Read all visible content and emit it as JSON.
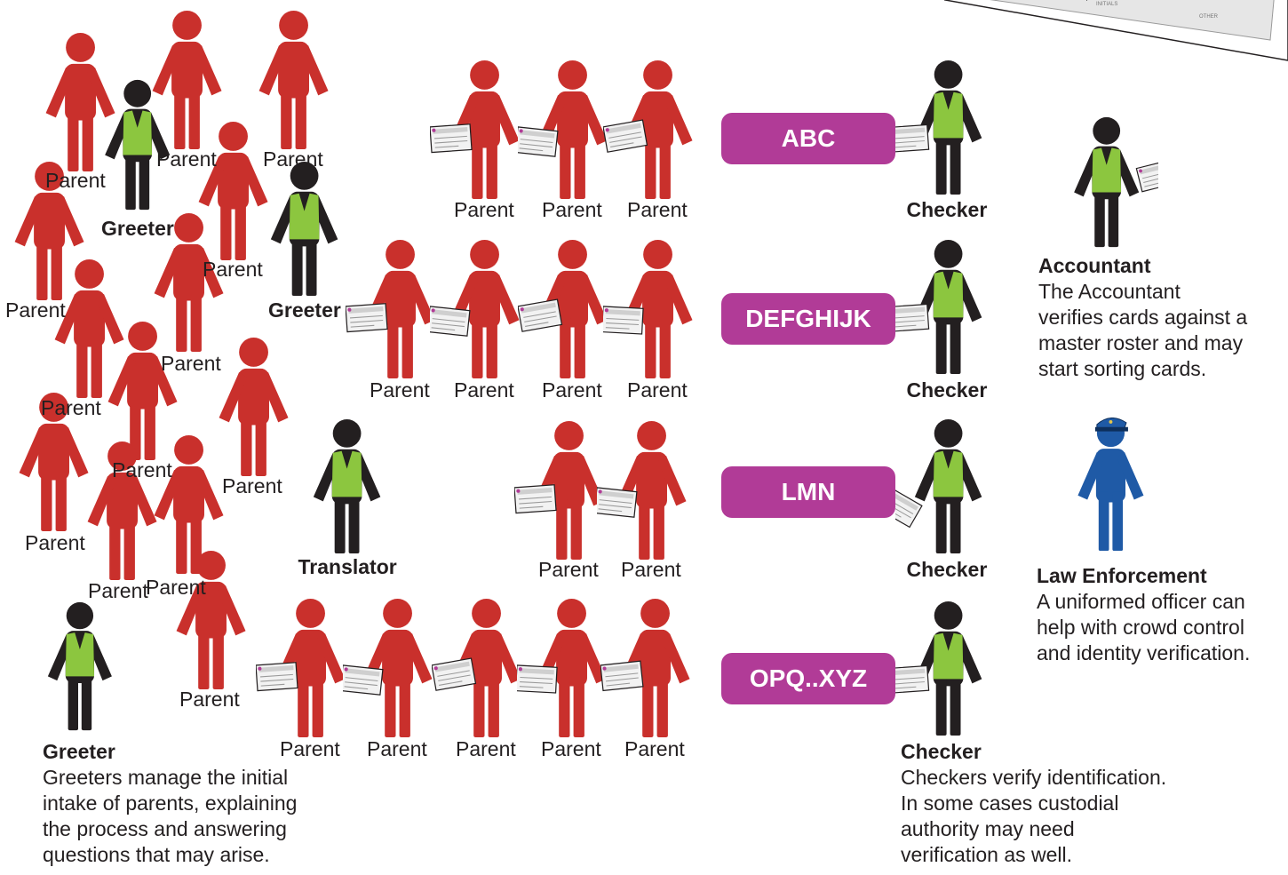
{
  "colors": {
    "parent": "#c9302c",
    "staff": "#231f20",
    "vest": "#8cc63f",
    "officer": "#1f5aa6",
    "tag": "#b13b97",
    "card": "#f2f2f2"
  },
  "labels": {
    "parent": "Parent",
    "greeter": "Greeter",
    "checker": "Checker",
    "translator": "Translator"
  },
  "lines": [
    {
      "tag": "ABC"
    },
    {
      "tag": "DEFGHIJK"
    },
    {
      "tag": "LMN"
    },
    {
      "tag": "OPQ..XYZ"
    }
  ],
  "descriptions": {
    "greeter": {
      "title": "Greeter",
      "lines": [
        "Greeters manage the initial",
        "intake of parents, explaining",
        "the process and answering",
        "questions that may arise."
      ]
    },
    "checker": {
      "title": "Checker",
      "lines": [
        "Checkers verify identification.",
        "In some cases custodial",
        "authority may need",
        "verification as well."
      ]
    },
    "accountant": {
      "title": "Accountant",
      "lines": [
        "The Accountant",
        "verifies cards against a",
        "master roster and may",
        "start sorting cards."
      ]
    },
    "law": {
      "title": "Law Enforcement",
      "lines": [
        "A uniformed officer can",
        "help with crowd control",
        "and identity verification."
      ]
    }
  },
  "roster_card": {
    "field1": "INITIALS",
    "field2": "OTHER"
  },
  "icons": [
    "person-icon",
    "vest-person-icon",
    "officer-icon",
    "card-icon"
  ]
}
